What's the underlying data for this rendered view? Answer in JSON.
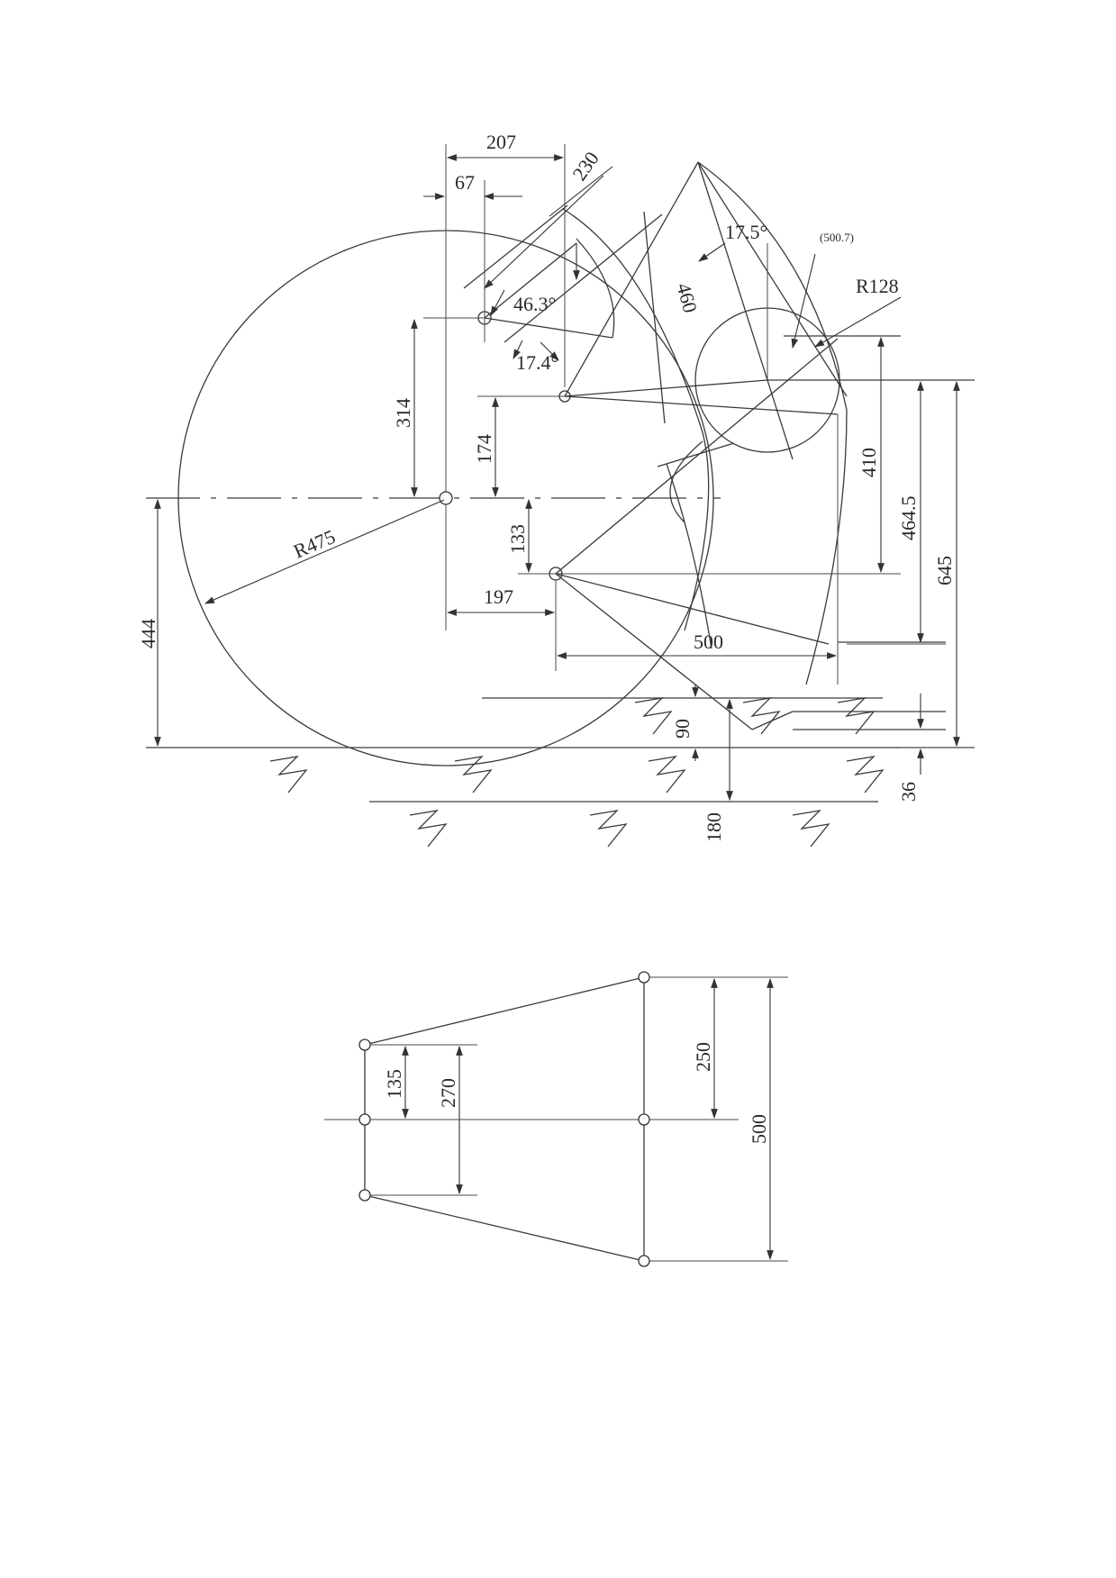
{
  "top_view": {
    "dims": {
      "d207": "207",
      "d230": "230",
      "d67": "67",
      "a46_3": "46.3°",
      "a17_4": "17.4°",
      "a17_5": "17.5°",
      "d460": "460",
      "d500_7": "(500.7)",
      "r128": "R128",
      "d314": "314",
      "d174": "174",
      "d133": "133",
      "d197": "197",
      "r475": "R475",
      "d444": "444",
      "d500": "500",
      "d410": "410",
      "d464_5": "464.5",
      "d645": "645",
      "d90": "90",
      "d180": "180",
      "d36": "36"
    }
  },
  "bottom_view": {
    "dims": {
      "d135": "135",
      "d270": "270",
      "d250": "250",
      "d500": "500"
    }
  }
}
